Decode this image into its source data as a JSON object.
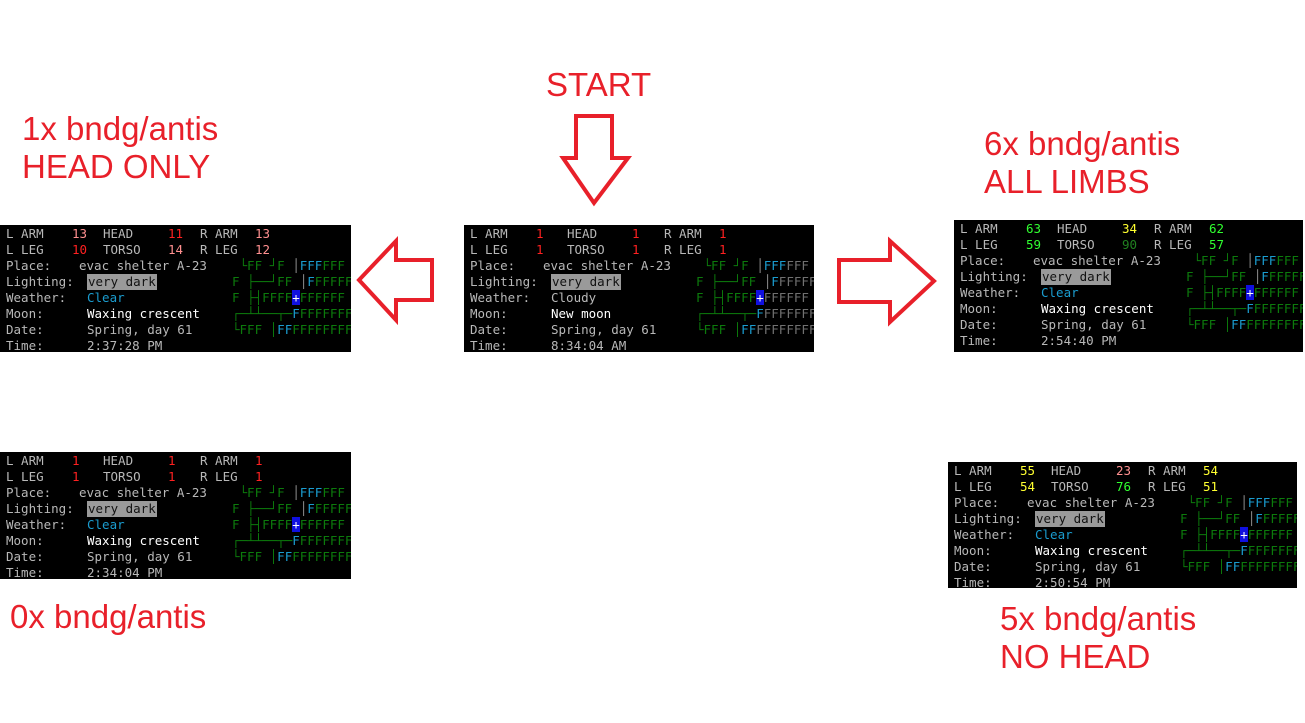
{
  "captions": {
    "start": "START",
    "p1_line1": "1x bndg/antis",
    "p1_line2": "HEAD ONLY",
    "p3_line1": "6x bndg/antis",
    "p3_line2": "ALL LIMBS",
    "p4_line1": "0x bndg/antis",
    "p5_line1": "5x bndg/antis",
    "p5_line2": "NO HEAD"
  },
  "colors": {
    "caption": "#e8202a",
    "label": "#b8b8b8",
    "cyan": "#1a9ccf",
    "map_green": "#0c7a0c",
    "cursor": "#1010e0",
    "red": "#ff2020",
    "pink": "#ff9090",
    "yellow": "#ffff30",
    "green": "#30ff30",
    "darkgreen": "#208020",
    "white": "#ffffff"
  },
  "labels": {
    "larm": "L ARM",
    "head": "HEAD",
    "rarm": "R ARM",
    "lleg": "L LEG",
    "torso": "TORSO",
    "rleg": "R LEG",
    "place": "Place:",
    "lighting": "Lighting:",
    "weather": "Weather:",
    "moon": "Moon:",
    "date": "Date:",
    "time": "Time:"
  },
  "panels": [
    {
      "id": "head-only",
      "parts": {
        "larm": [
          "13",
          "pink"
        ],
        "head": [
          "11",
          "red"
        ],
        "rarm": [
          "13",
          "pink"
        ],
        "lleg": [
          "10",
          "red"
        ],
        "torso": [
          "14",
          "pink"
        ],
        "rleg": [
          "12",
          "pink"
        ]
      },
      "place": "evac shelter A-23",
      "lighting": "very dark",
      "weather": [
        "Clear",
        "cyan"
      ],
      "moon": "Waxing crescent",
      "date": "Spring, day 61",
      "time": "2:37:28 PM"
    },
    {
      "id": "start",
      "parts": {
        "larm": [
          "1",
          "red"
        ],
        "head": [
          "1",
          "red"
        ],
        "rarm": [
          "1",
          "red"
        ],
        "lleg": [
          "1",
          "red"
        ],
        "torso": [
          "1",
          "red"
        ],
        "rleg": [
          "1",
          "red"
        ]
      },
      "place": "evac shelter A-23",
      "lighting": "very dark",
      "weather": [
        "Cloudy",
        "label"
      ],
      "moon": "New moon",
      "date": "Spring, day 61",
      "time": "8:34:04 AM"
    },
    {
      "id": "all-limbs",
      "parts": {
        "larm": [
          "63",
          "green"
        ],
        "head": [
          "34",
          "yellow"
        ],
        "rarm": [
          "62",
          "green"
        ],
        "lleg": [
          "59",
          "green"
        ],
        "torso": [
          "90",
          "darkgreen"
        ],
        "rleg": [
          "57",
          "green"
        ]
      },
      "place": "evac shelter A-23",
      "lighting": "very dark",
      "weather": [
        "Clear",
        "cyan"
      ],
      "moon": "Waxing crescent",
      "date": "Spring, day 61",
      "time": "2:54:40 PM"
    },
    {
      "id": "zero",
      "parts": {
        "larm": [
          "1",
          "red"
        ],
        "head": [
          "1",
          "red"
        ],
        "rarm": [
          "1",
          "red"
        ],
        "lleg": [
          "1",
          "red"
        ],
        "torso": [
          "1",
          "red"
        ],
        "rleg": [
          "1",
          "red"
        ]
      },
      "place": "evac shelter A-23",
      "lighting": "very dark",
      "weather": [
        "Clear",
        "cyan"
      ],
      "moon": "Waxing crescent",
      "date": "Spring, day 61",
      "time": "2:34:04 PM"
    },
    {
      "id": "no-head",
      "parts": {
        "larm": [
          "55",
          "yellow"
        ],
        "head": [
          "23",
          "pink"
        ],
        "rarm": [
          "54",
          "yellow"
        ],
        "lleg": [
          "54",
          "yellow"
        ],
        "torso": [
          "76",
          "green"
        ],
        "rleg": [
          "51",
          "yellow"
        ]
      },
      "place": "evac shelter A-23",
      "lighting": "very dark",
      "weather": [
        "Clear",
        "cyan"
      ],
      "moon": "Waxing crescent",
      "date": "Spring, day 61",
      "time": "2:50:54 PM"
    }
  ],
  "map_rows": [
    [
      [
        " └FF ┘F ",
        "g"
      ],
      [
        "│",
        "w"
      ],
      [
        "FFF",
        "c"
      ],
      [
        "FFF",
        "g"
      ]
    ],
    [
      [
        "F ├──┘FF ",
        "g"
      ],
      [
        "│",
        "w"
      ],
      [
        "F",
        "c"
      ],
      [
        "FFFFF",
        "g"
      ]
    ],
    [
      [
        "F ├┤FFFF",
        "g"
      ],
      [
        "+",
        "cur"
      ],
      [
        "FFFFFF",
        "g"
      ]
    ],
    [
      [
        "┌─┴┴──┬─",
        "g"
      ],
      [
        "F",
        "c"
      ],
      [
        "FFFFFFF",
        "g"
      ]
    ],
    [
      [
        "└FFF ",
        "g"
      ],
      [
        "│",
        "g"
      ],
      [
        "FF",
        "c"
      ],
      [
        "FFFFFFFF",
        "g"
      ]
    ]
  ]
}
